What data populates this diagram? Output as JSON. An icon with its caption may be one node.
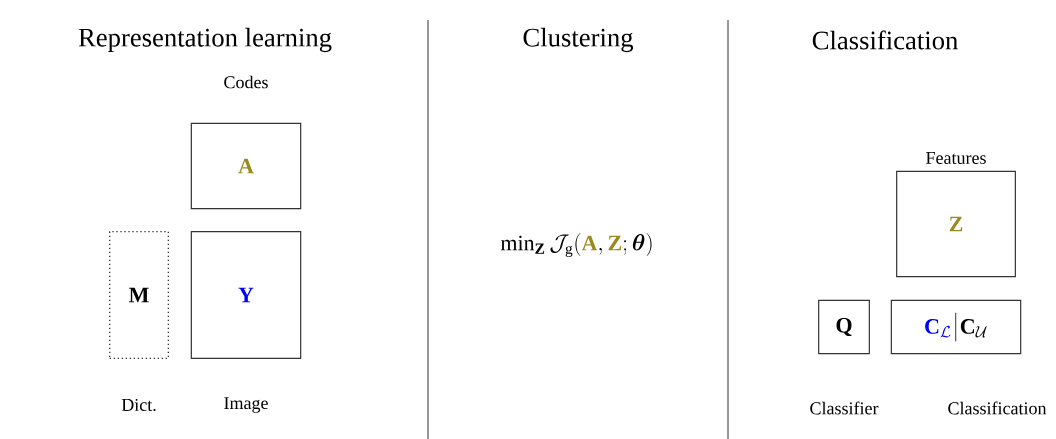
{
  "diagram": {
    "nodes": [
      {
        "text": [
          "\\mathbf{A}"
        ],
        "beside": [
          "Codes"
        ]
      },
      {
        "text": [
          "\\mathbf{M}"
        ],
        "beside": [
          "Dict."
        ]
      },
      {
        "text": [
          "\\mathbf{Y}"
        ],
        "beside": [
          "Image"
        ]
      },
      {
        "text": [
          "\\mathbf{Z}"
        ],
        "beside": [
          "Features"
        ]
      },
      {
        "text": [
          "\\mathbf{Q}"
        ],
        "beside": [
          "Classifier"
        ]
      },
      {
        "text": [
          "\\mathbf{C}_{\\mathcal{L}}",
          "\\mathbf{C}_{\\mathcal{U}}"
        ],
        "beside": [
          "Classification"
        ]
      }
    ],
    "edges": [],
    "labels": [
      "Representation learning",
      "Clustering",
      "Classification",
      "\\min_{\\mathbf{Z}}\\mathcal{J}_{\\mathrm{g}}({\\color{olive}\\mathbf{A}},{\\color{olive}\\mathbf{Z}};\\boldsymbol{\\theta})"
    ]
  }
}
